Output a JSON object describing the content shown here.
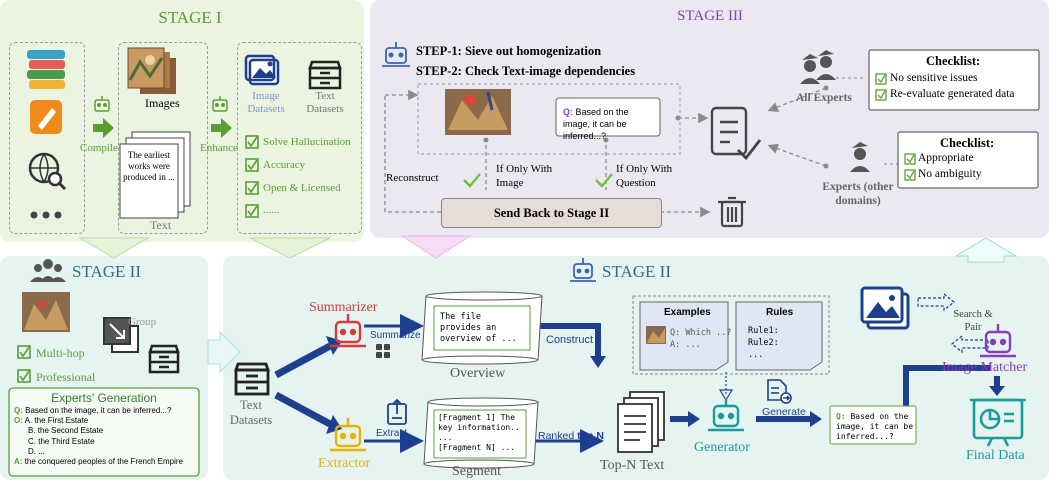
{
  "stage1": {
    "title": "STAGE I",
    "compile": "Compile",
    "enhance": "Enhance",
    "images": "Images",
    "text": "Text",
    "doc_text": "The earliest works were produced in ...",
    "image_datasets": "Image Datasets",
    "text_datasets": "Text Datasets",
    "checks": [
      "Solve Hallucination",
      "Accuracy",
      "Open & Licensed",
      "......"
    ]
  },
  "stage3": {
    "title": "STAGE III",
    "step1": "STEP-1: Sieve out homogenization",
    "step2": "STEP-2: Check Text-image dependencies",
    "q_text": "Based on the image, it can be inferred...?",
    "q_prefix": "Q:",
    "reconstruct": "Reconstruct",
    "if_image": "If Only With Image",
    "if_question": "If Only With Question",
    "send_back": "Send Back to Stage  II",
    "all_experts": "All Experts",
    "experts_other": "Experts (other domains)",
    "checklist1": {
      "title": "Checklist:",
      "items": [
        "No sensitive issues",
        "Re-evaluate generated data"
      ]
    },
    "checklist2": {
      "title": "Checklist:",
      "items": [
        "Appropriate",
        "No ambiguity"
      ]
    }
  },
  "stage2_left": {
    "title": "STAGE II",
    "group": "Group",
    "tags": [
      "Multi-hop",
      "Professional"
    ],
    "experts_generation": {
      "title": "Experts' Generation",
      "q_label": "Q:",
      "question": "Based on the image, it can be inferred...?",
      "o_label": "O:",
      "options": [
        "A. the First Estate",
        "B. the Second Estate",
        "C. the Third Estate",
        "D. ..."
      ],
      "a_label": "A:",
      "answer": "the conquered peoples of the French Empire"
    }
  },
  "stage2_main": {
    "title": "STAGE II",
    "text_datasets": "Text Datasets",
    "summarizer": "Summarizer",
    "summarize": "Summarize",
    "extractor": "Extractor",
    "extract": "Extract",
    "overview_text": "The file provides an overview of ...",
    "overview": "Overview",
    "segment_lines": [
      "[Fragment 1] The key information..",
      "...",
      "[Fragment N] ..."
    ],
    "segment": "Segment",
    "construct": "Construct",
    "ranked_pre": "Ranked ",
    "ranked_bold": "top N",
    "topn": "Top-N Text",
    "examples_title": "Examples",
    "examples_q": "Q: Which ..?",
    "examples_a": "A: ...",
    "rules_title": "Rules",
    "rules_lines": [
      "Rule1:",
      "Rule2:",
      "..."
    ],
    "generator": "Generator",
    "generate": "Generate",
    "out_q": "Q:",
    "out_text": "Based on the image, it can be inferred...?",
    "search_pair": "Search & Pair",
    "image_matcher": "Image Matcher",
    "final_data": "Final Data"
  },
  "colors": {
    "stage1_bg": "#eaf4e0",
    "stage3_bg": "#ece8f2",
    "stage2_bg": "#e5f3f1",
    "green": "#5a9e32",
    "navy": "#1e3f8f",
    "red": "#d63a3a",
    "yellow": "#e6b400",
    "teal": "#1a9c9c",
    "purple": "#8a3db8"
  }
}
